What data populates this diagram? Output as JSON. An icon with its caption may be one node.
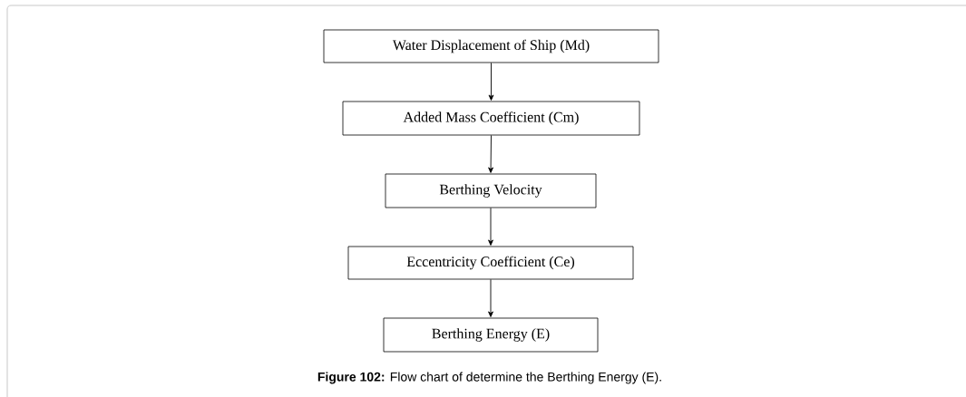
{
  "diagram": {
    "caption": "**Figure 102:** Flow chart of determine the Berthing Energy (E).",
    "nodes": [
      {
        "text": [
          "Water Displacement of Ship (Md)"
        ]
      },
      {
        "text": [
          "Added Mass Coefficient (Cm)"
        ]
      },
      {
        "text": [
          "Berthing Velocity"
        ]
      },
      {
        "text": [
          "Eccentricity Coefficient (Ce)"
        ]
      },
      {
        "text": [
          "Berthing Energy (E)"
        ]
      }
    ],
    "edges": [
      {
        "from": 0,
        "to": 1,
        "arrow": "to"
      },
      {
        "from": 1,
        "to": 2,
        "arrow": "to"
      },
      {
        "from": 2,
        "to": 3,
        "arrow": "to"
      },
      {
        "from": 3,
        "to": 4,
        "arrow": "to"
      }
    ]
  }
}
